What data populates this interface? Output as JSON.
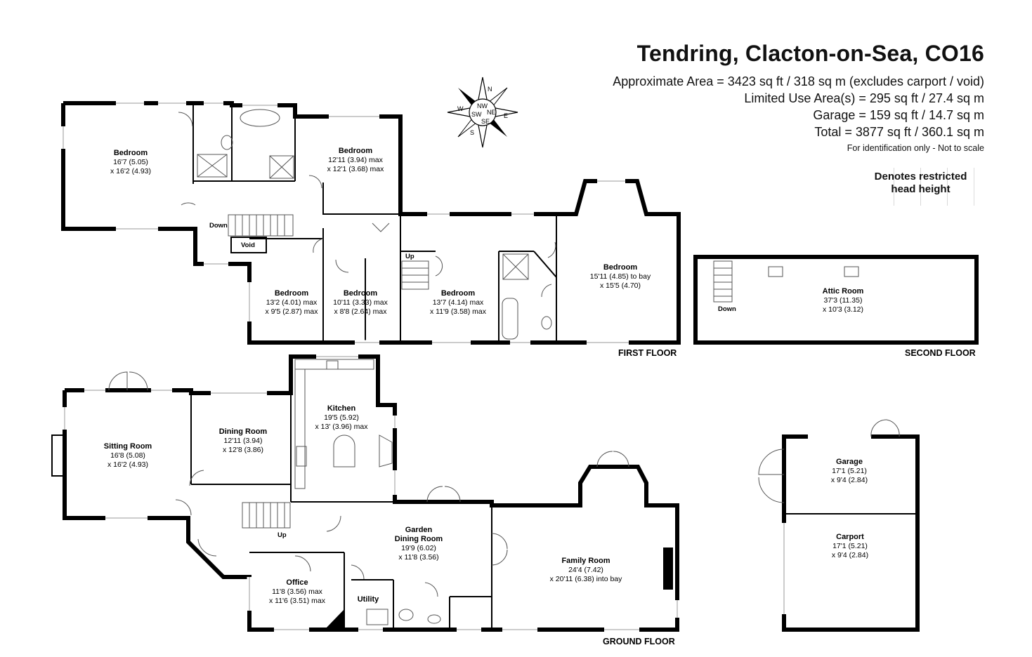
{
  "header": {
    "title": "Tendring, Clacton-on-Sea, CO16",
    "approx_area": "Approximate Area = 3423 sq ft / 318 sq m (excludes carport / void)",
    "limited_use": "Limited Use Area(s) = 295 sq ft / 27.4 sq m",
    "garage_area": "Garage = 159 sq ft / 14.7 sq m",
    "total": "Total = 3877 sq ft / 360.1 sq m",
    "note": "For identification only - Not to scale"
  },
  "legend": {
    "label_line1": "Denotes restricted",
    "label_line2": "head height"
  },
  "compass": {
    "n": "N",
    "ne": "NE",
    "e": "E",
    "se": "SE",
    "s": "S",
    "sw": "SW",
    "w": "W",
    "nw": "NW"
  },
  "floors": {
    "first": "FIRST FLOOR",
    "second": "SECOND FLOOR",
    "ground": "GROUND FLOOR"
  },
  "labels": {
    "down": "Down",
    "up": "Up",
    "void": "Void"
  },
  "rooms": {
    "bed1": {
      "name": "Bedroom",
      "d1": "16'7 (5.05)",
      "d2": "x 16'2 (4.93)"
    },
    "bed2": {
      "name": "Bedroom",
      "d1": "12'11 (3.94) max",
      "d2": "x 12'1 (3.68) max"
    },
    "bed3": {
      "name": "Bedroom",
      "d1": "15'11 (4.85)  to bay",
      "d2": "x 15'5 (4.70)"
    },
    "bed4": {
      "name": "Bedroom",
      "d1": "13'2 (4.01) max",
      "d2": "x 9'5 (2.87) max"
    },
    "bed5": {
      "name": "Bedroom",
      "d1": "10'11 (3.33) max",
      "d2": "x 8'8 (2.64) max"
    },
    "bed6": {
      "name": "Bedroom",
      "d1": "13'7 (4.14) max",
      "d2": "x 11'9 (3.58) max"
    },
    "attic": {
      "name": "Attic Room",
      "d1": "37'3 (11.35)",
      "d2": "x 10'3 (3.12)"
    },
    "sitting": {
      "name": "Sitting Room",
      "d1": "16'8 (5.08)",
      "d2": "x 16'2 (4.93)"
    },
    "dining": {
      "name": "Dining Room",
      "d1": "12'11 (3.94)",
      "d2": "x 12'8 (3.86)"
    },
    "kitchen": {
      "name": "Kitchen",
      "d1": "19'5 (5.92)",
      "d2": "x 13' (3.96) max"
    },
    "garden": {
      "name1": "Garden",
      "name2": "Dining Room",
      "d1": "19'9 (6.02)",
      "d2": "x 11'8 (3.56)"
    },
    "family": {
      "name": "Family Room",
      "d1": "24'4 (7.42)",
      "d2": "x 20'11 (6.38) into bay"
    },
    "office": {
      "name": "Office",
      "d1": "11'8 (3.56) max",
      "d2": "x 11'6 (3.51) max"
    },
    "utility": {
      "name": "Utility"
    },
    "garage": {
      "name": "Garage",
      "d1": "17'1 (5.21)",
      "d2": "x 9'4 (2.84)"
    },
    "carport": {
      "name": "Carport",
      "d1": "17'1 (5.21)",
      "d2": "x 9'4 (2.84)"
    }
  }
}
